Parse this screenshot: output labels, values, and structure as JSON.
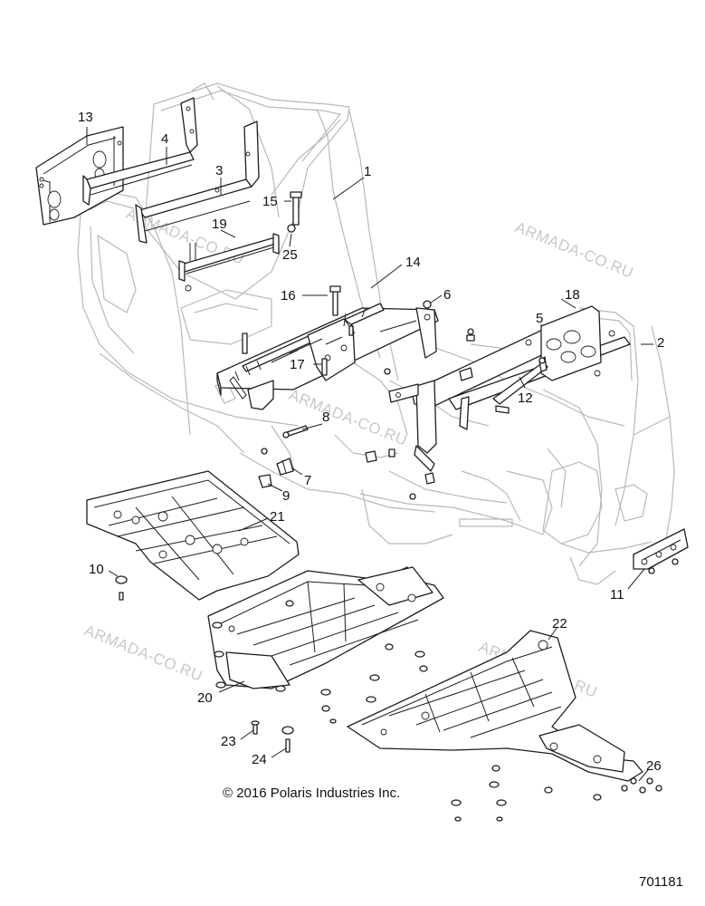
{
  "figure": {
    "copyright": "© 2016 Polaris Industries Inc.",
    "drawing_number": "701181",
    "watermark": "ARMADA-CO.RU"
  },
  "callouts": {
    "c1": "1",
    "c2": "2",
    "c3": "3",
    "c4": "4",
    "c5": "5",
    "c6": "6",
    "c7": "7",
    "c8": "8",
    "c9": "9",
    "c10": "10",
    "c11": "11",
    "c12": "12",
    "c13": "13",
    "c14": "14",
    "c15": "15",
    "c16": "16",
    "c17": "17",
    "c18": "18",
    "c19": "19",
    "c20": "20",
    "c21": "21",
    "c22": "22",
    "c23": "23",
    "c24": "24",
    "c25": "25",
    "c26": "26"
  },
  "colors": {
    "ink": "#1e1e1e",
    "frame_ghost": "#b9b9b9",
    "watermark": "#c9c9c9"
  }
}
